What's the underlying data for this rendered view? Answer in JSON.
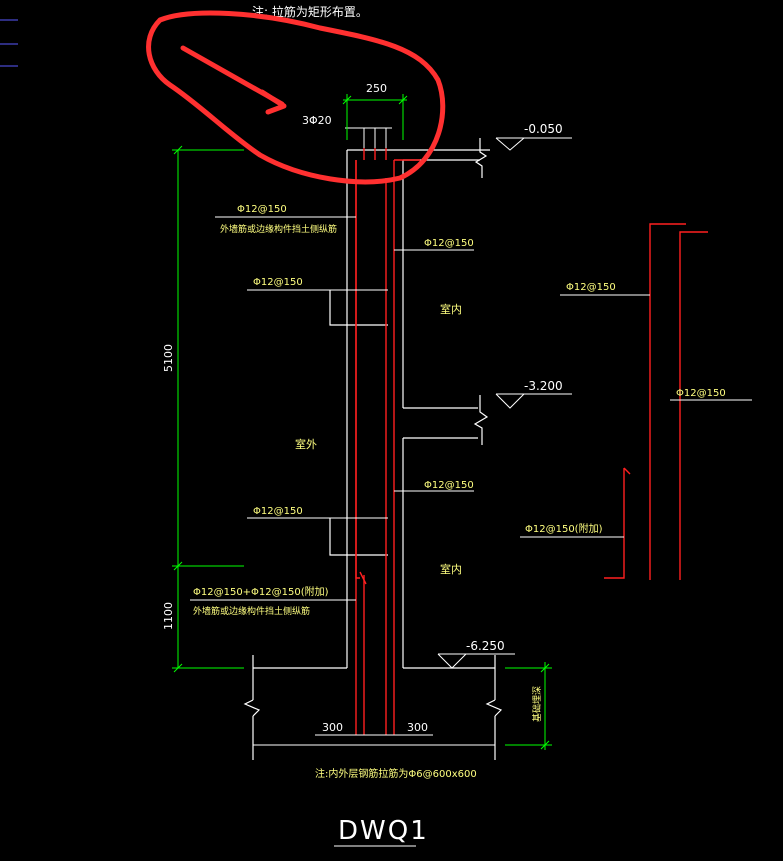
{
  "colors": {
    "background": "#000000",
    "wall": "#ffffff",
    "rebar": "#ff2020",
    "dimension": "#00ff00",
    "text_yellow": "#ffff80",
    "text_white": "#ffffff",
    "markup": "#ff3030",
    "left_marks": "#5a5aff"
  },
  "notes": {
    "top_note": "注: 拉筋为矩形布置。",
    "bottom_note": "注:内外层钢筋拉筋为Φ6@600x600"
  },
  "drawing_title": "DWQ1",
  "elevations": {
    "top": "-0.050",
    "middle": "-3.200",
    "bottom": "-6.250"
  },
  "dimensions": {
    "top_width": "250",
    "height_upper": "5100",
    "height_lower": "1100",
    "base_left": "300",
    "base_right": "300",
    "foundation_depth": "基础埋深"
  },
  "rebar_labels": {
    "top_bars": "3Φ20",
    "outer_upper": "Φ12@150",
    "outer_upper_note": "外墙筋或边缘构件挡土侧纵筋",
    "outer_mid_upper": "Φ12@150",
    "inner_upper": "Φ12@150",
    "outer_mid_lower": "Φ12@150",
    "inner_lower": "Φ12@150",
    "outer_lower": "Φ12@150+Φ12@150(附加)",
    "outer_lower_note": "外墙筋或边缘构件挡土侧纵筋",
    "detail_right_a": "Φ12@150",
    "detail_right_b": "Φ12@150",
    "detail_right_c": "Φ12@150(附加)"
  },
  "rooms": {
    "indoor_upper": "室内",
    "indoor_lower": "室内",
    "outdoor": "室外"
  }
}
